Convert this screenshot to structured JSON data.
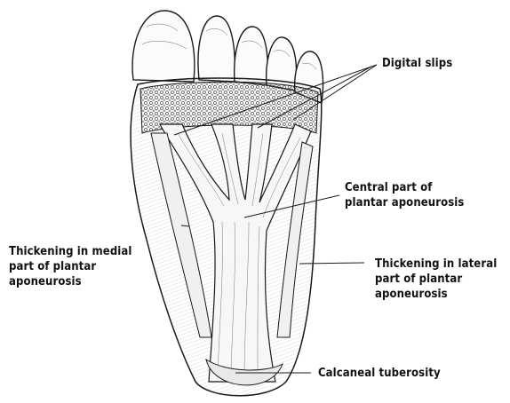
{
  "labels": {
    "digital_slips": "Digital slips",
    "central": [
      "Central part of",
      "plantar aponeurosis"
    ],
    "medial": [
      "Thickening in medial",
      "part of plantar",
      "aponeurosis"
    ],
    "lateral": [
      "Thickening in lateral",
      "part of plantar",
      "aponeurosis"
    ],
    "calcaneal": "Calcaneal tuberosity"
  },
  "colors": {
    "ink": "#1a1a1a",
    "background": "#ffffff"
  }
}
